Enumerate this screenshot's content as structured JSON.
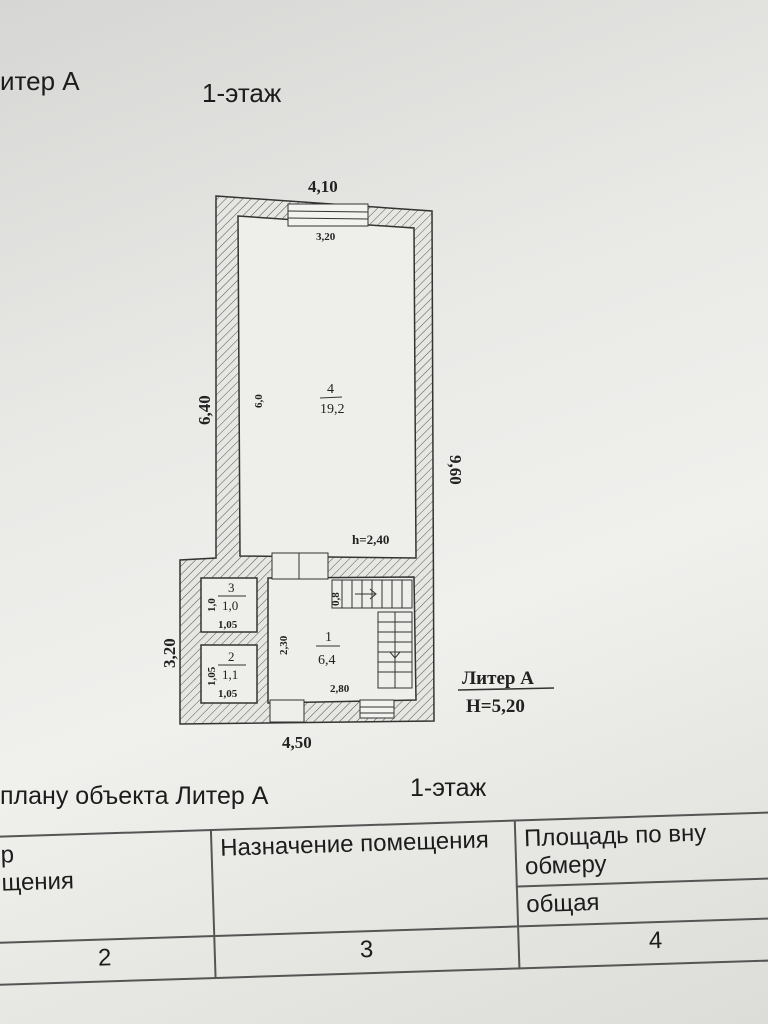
{
  "header": {
    "litera": "итер А",
    "floor": "1-этаж"
  },
  "plan": {
    "top_width": "4,10",
    "inner_top_width": "3,20",
    "left_height": "6,40",
    "right_height": "9,60",
    "room4_inner_height": "6,0",
    "room4_number": "4",
    "room4_area": "19,2",
    "ceiling_height": "h=2,40",
    "room3_number": "3",
    "room3_area": "1,0",
    "room3_side": "1,0",
    "room3_bottom": "1,05",
    "room2_number": "2",
    "room2_area": "1,1",
    "room2_side": "1,05",
    "room2_bottom": "1,05",
    "room1_number": "1",
    "room1_area": "6,4",
    "room1_side": "2,30",
    "room1_bottom": "2,80",
    "stair_width": "0,8",
    "lower_left_height": "3,20",
    "bottom_width": "4,50",
    "litera_label": "Литер А",
    "litera_height": "H=5,20"
  },
  "caption": {
    "title": "плану объекта  Литер А",
    "floor": "1-этаж"
  },
  "table": {
    "col1_header": "р\nщения",
    "col2_header": "Назначение помещения",
    "col3_header": "Площадь по вну\nобмеру",
    "col3_sub": "общая",
    "col1_num": "2",
    "col2_num": "3",
    "col3_num": "4"
  }
}
